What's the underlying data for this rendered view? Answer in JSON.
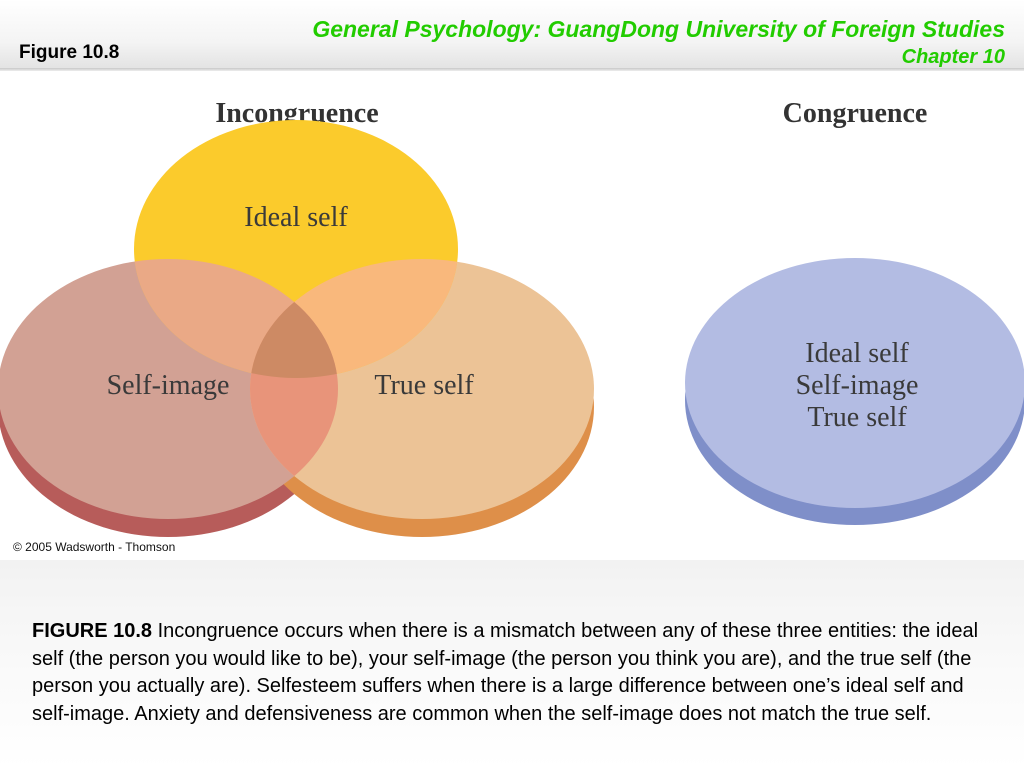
{
  "header": {
    "figure_label": "Figure 10.8",
    "course_title": "General Psychology: GuangDong University of Foreign Studies",
    "chapter": "Chapter 10"
  },
  "diagram": {
    "incongruence": {
      "title": "Incongruence",
      "circles": [
        {
          "label": "Ideal self",
          "color": "#fbcb2c"
        },
        {
          "label": "Self-image",
          "color": "#d2a194"
        },
        {
          "label": "True self",
          "color": "#ecc396"
        }
      ]
    },
    "congruence": {
      "title": "Congruence",
      "lines": [
        "Ideal self",
        "Self-image",
        "True self"
      ],
      "color": "#b3bce3"
    }
  },
  "copyright": "© 2005 Wadsworth - Thomson",
  "caption": {
    "lead": "FIGURE 10.8",
    "text": " Incongruence occurs when there is a mismatch between any of these three entities: the ideal self (the person you would like to be), your self-image (the person you think you are), and the true self (the person you actually are). Selfesteem suffers when there is a large difference between one’s ideal self and self-image. Anxiety and defensiveness are common when the self-image does not match the true self."
  }
}
